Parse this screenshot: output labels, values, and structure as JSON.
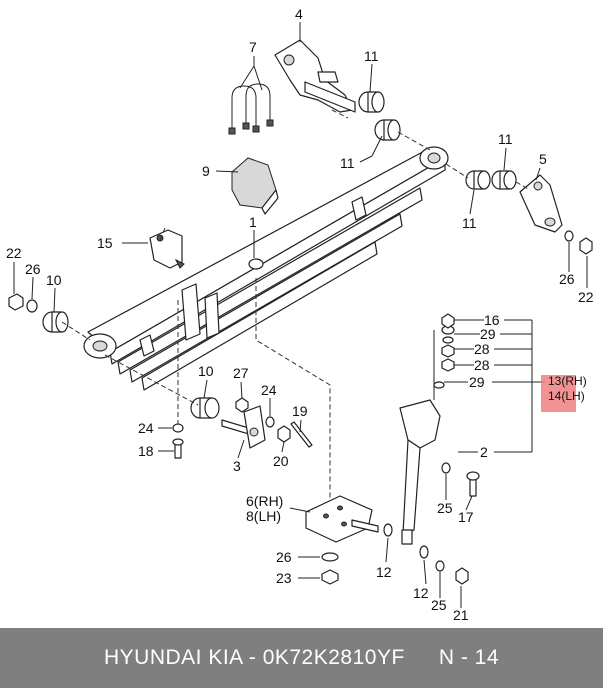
{
  "labels": {
    "p1": "1",
    "p2": "2",
    "p3": "3",
    "p4": "4",
    "p5": "5",
    "p7": "7",
    "p9": "9",
    "p6": "6",
    "p8": "8",
    "rh": "(RH)",
    "lh": "(LH)",
    "p10a": "10",
    "p10b": "10",
    "p11a": "11",
    "p11b": "11",
    "p11c": "11",
    "p11d": "11",
    "p12a": "12",
    "p12b": "12",
    "p13": "13",
    "p14": "14",
    "rh2": "(RH)",
    "lh2": "(LH)",
    "p15": "15",
    "p16": "16",
    "p17": "17",
    "p18": "18",
    "p19": "19",
    "p20": "20",
    "p21": "21",
    "p22a": "22",
    "p22b": "22",
    "p23": "23",
    "p24a": "24",
    "p24b": "24",
    "p25a": "25",
    "p25b": "25",
    "p26a": "26",
    "p26b": "26",
    "p26c": "26",
    "p27": "27",
    "p28a": "28",
    "p28b": "28",
    "p29a": "29",
    "p29b": "29"
  },
  "footer": {
    "brand": "HYUNDAI  KIA - 0K72K2810YF",
    "page": "N - 14"
  },
  "highlight_color": "#f08080"
}
